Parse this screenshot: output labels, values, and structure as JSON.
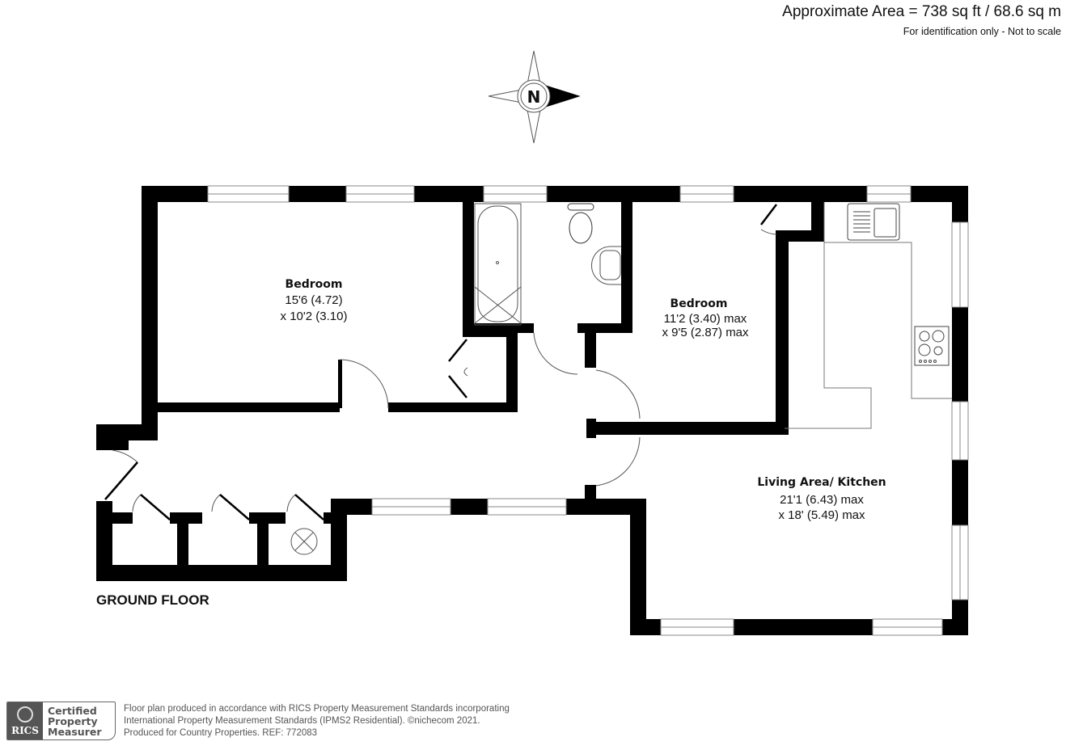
{
  "header": {
    "area": "Approximate Area = 738 sq ft / 68.6 sq m",
    "note": "For identification only - Not to scale"
  },
  "compass": {
    "label": "N",
    "icon": "compass-rose-icon"
  },
  "floor": {
    "label": "GROUND FLOOR"
  },
  "rooms": [
    {
      "name": "Bedroom",
      "dim1": "15'6 (4.72)",
      "dim2": "x 10'2 (3.10)"
    },
    {
      "name": "Bedroom",
      "dim1": "11'2 (3.40) max",
      "dim2": "x 9'5 (2.87) max"
    },
    {
      "name": "Living Area/ Kitchen",
      "dim1": "21'1 (6.43) max",
      "dim2": "x 18' (5.49) max"
    }
  ],
  "footer": {
    "badge_brand": "RICS",
    "badge_line1": "Certified",
    "badge_line2": "Property",
    "badge_line3": "Measurer",
    "line1": "Floor plan produced in accordance with RICS Property Measurement Standards incorporating",
    "line2": "International Property Measurement Standards (IPMS2 Residential).   ©nichecom 2021.",
    "line3": "Produced for Country Properties.   REF: 772083"
  },
  "colors": {
    "wall": "#000000",
    "fixture_line": "#555555",
    "text": "#111111"
  }
}
